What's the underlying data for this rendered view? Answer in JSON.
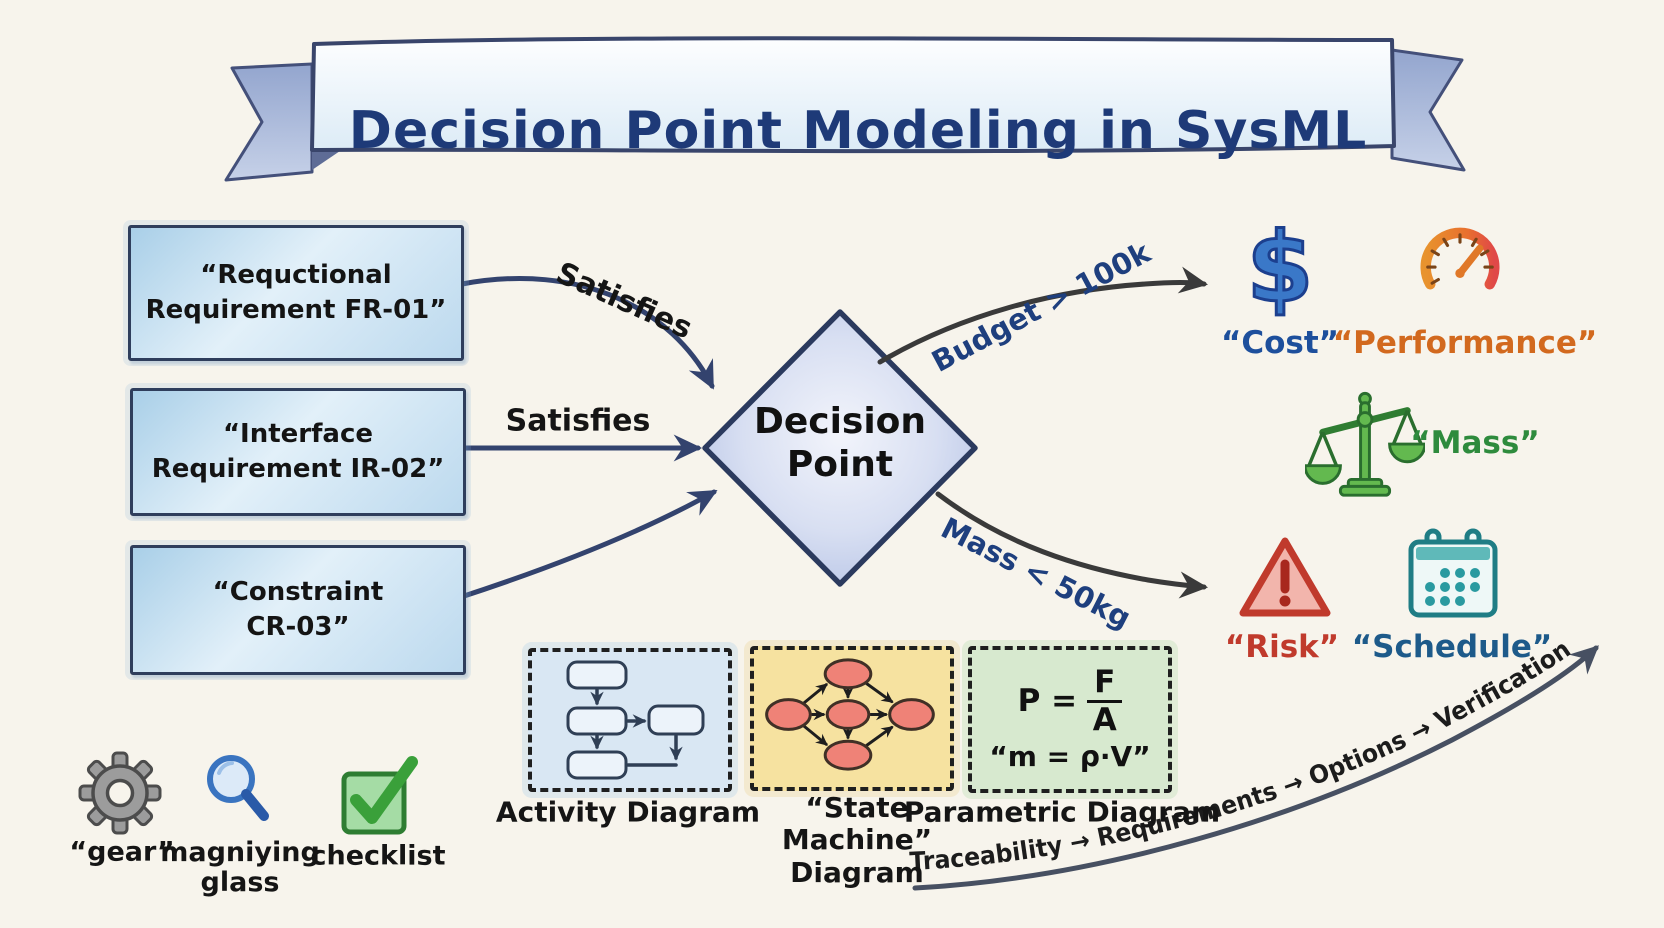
{
  "title": "Decision Point Modeling in SysML",
  "requirements": [
    {
      "line1": "“Requctional",
      "line2": "Requirement FR-01”"
    },
    {
      "line1": "“Interface",
      "line2": "Requirement IR-02”"
    },
    {
      "line1": "“Constraint",
      "line2": "CR-03”"
    }
  ],
  "decision": {
    "line1": "Decision",
    "line2": "Point"
  },
  "edges": {
    "satisfies_top": "Satisfies",
    "satisfies_mid": "Satisfies",
    "budget": "Budget > 100k",
    "mass": "Mass < 50kg"
  },
  "outcomes": {
    "cost": {
      "symbol": "$",
      "label": "“Cost”",
      "icon": "dollar-sign",
      "color": "#1d4f9c"
    },
    "performance": {
      "label": "“Performance”",
      "icon": "speedometer-gauge",
      "color": "#d2691e"
    },
    "mass": {
      "label": "“Mass”",
      "icon": "balance-scale",
      "color": "#2e8b3d"
    },
    "risk": {
      "label": "“Risk”",
      "icon": "warning-triangle",
      "color": "#c03a2c"
    },
    "schedule": {
      "label": "“Schedule”",
      "icon": "calendar",
      "color": "#1d5a8a"
    }
  },
  "diagrams": [
    {
      "label": "Activity Diagram"
    },
    {
      "label_line1": "“State Machine”",
      "label_line2": "Diagram"
    },
    {
      "label": "Parametric Diagram",
      "f1_lhs": "P =",
      "f1_num": "F",
      "f1_den": "A",
      "f2": "“m = ρ·V”"
    }
  ],
  "tools": [
    {
      "label": "“gear”",
      "icon": "gear"
    },
    {
      "label_line1": "magniying",
      "label_line2": "glass",
      "icon": "magnifying-glass"
    },
    {
      "label": "checklist",
      "icon": "checkmark-box"
    }
  ],
  "flow_text": "Traceability → Requirements → Options → Verification",
  "colors": {
    "background": "#f7f4ec",
    "ink_navy": "#1e3a78",
    "arrow_navy": "#33436e",
    "arrow_dark": "#3a3a3a",
    "box_blue": "#cde3f2"
  }
}
